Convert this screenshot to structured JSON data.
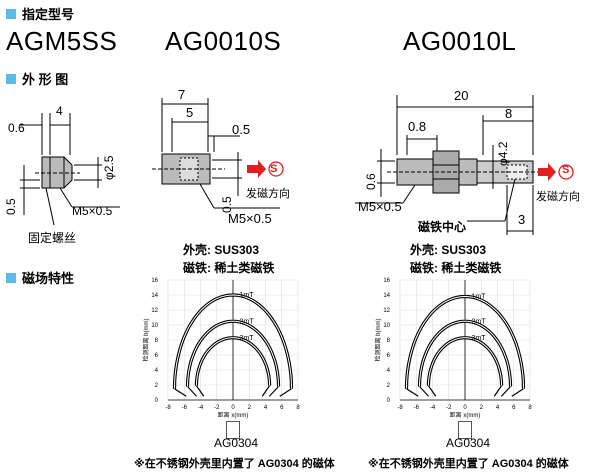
{
  "sections": {
    "spec_model": "指定型号",
    "outline": "外 形 图",
    "magnetic": "磁场特性"
  },
  "models": [
    "AGM5SS",
    "AG0010S",
    "AG0010L"
  ],
  "agm5ss": {
    "dim_06": "0.6",
    "dim_4": "4",
    "dim_phi25": "φ2.5",
    "dim_05": "0.5",
    "thread": "M5×0.5",
    "nut_label": "固定螺丝"
  },
  "ag0010s": {
    "dim_7": "7",
    "dim_5": "5",
    "dim_05a": "0.5",
    "dim_05b": "0.5",
    "thread": "M5×0.5",
    "arrow_label": "发磁方向",
    "s_mark": "S",
    "shell": "外壳:  SUS303",
    "magnet": "磁铁:  稀土类磁铁"
  },
  "ag0010l": {
    "dim_20": "20",
    "dim_8": "8",
    "dim_08": "0.8",
    "dim_phi42": "φ4.2",
    "dim_06": "0.6",
    "dim_3": "3",
    "thread": "M5×0.5",
    "arrow_label": "发磁方向",
    "s_mark": "S",
    "center": "磁铁中心",
    "shell": "外壳:  SUS303",
    "magnet": "磁铁:  稀土类磁铁"
  },
  "chart_data": [
    {
      "type": "line",
      "title": "",
      "xlabel": "距离 x(mm)",
      "ylabel": "检测距离 h(mm)",
      "xlim": [
        -8,
        8
      ],
      "ylim": [
        0,
        16
      ],
      "xticks": [
        -8,
        -6,
        -4,
        -2,
        0,
        2,
        4,
        6,
        8
      ],
      "yticks": [
        0,
        2,
        4,
        6,
        8,
        10,
        12,
        14,
        16
      ],
      "grid": true,
      "series": [
        {
          "name": "1mT",
          "peak": 14,
          "halfwidth": 7.2,
          "base": 1.5
        },
        {
          "name": "2mT",
          "peak": 10.5,
          "halfwidth": 5.6,
          "base": 1.8
        },
        {
          "name": "3mT",
          "peak": 8.3,
          "halfwidth": 4.5,
          "base": 1.9
        }
      ],
      "sensor_label": "AG0304",
      "note": "※在不锈钢外壳里内置了 AG0304 的磁体"
    },
    {
      "type": "line",
      "title": "",
      "xlabel": "距离 x(mm)",
      "ylabel": "检测距离 h(mm)",
      "xlim": [
        -8,
        8
      ],
      "ylim": [
        0,
        16
      ],
      "xticks": [
        -8,
        -6,
        -4,
        -2,
        0,
        2,
        4,
        6,
        8
      ],
      "yticks": [
        0,
        2,
        4,
        6,
        8,
        10,
        12,
        14,
        16
      ],
      "grid": true,
      "series": [
        {
          "name": "1mT",
          "peak": 13.8,
          "halfwidth": 7.2,
          "base": 1.5
        },
        {
          "name": "2mT",
          "peak": 10.5,
          "halfwidth": 5.6,
          "base": 1.8
        },
        {
          "name": "3mT",
          "peak": 8.3,
          "halfwidth": 4.5,
          "base": 1.9
        }
      ],
      "sensor_label": "AG0304",
      "note": "※在不锈钢外壳里内置了 AG0304 的磁体"
    }
  ],
  "colors": {
    "accent": "#5bbbe8",
    "arrow": "#e02020"
  }
}
